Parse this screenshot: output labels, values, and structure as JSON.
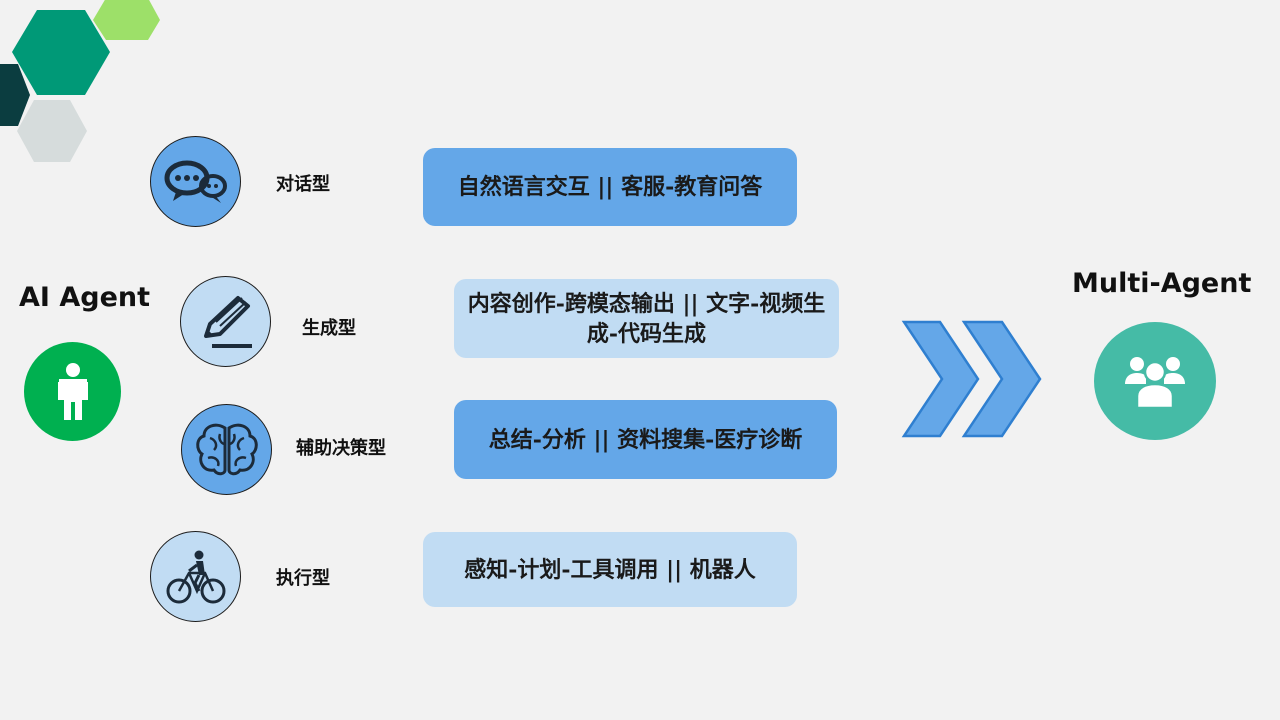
{
  "left_agent": {
    "title": "AI Agent",
    "icon": "person-icon",
    "circle_color": "#00b050"
  },
  "right_agent": {
    "title": "Multi-Agent",
    "icon": "group-icon",
    "circle_color": "#45bba6"
  },
  "types": [
    {
      "label": "对话型",
      "icon": "chat-bubbles-icon",
      "description": "自然语言交互 || 客服-教育问答",
      "style": "dark"
    },
    {
      "label": "生成型",
      "icon": "pencil-icon",
      "description": "内容创作-跨模态输出 || 文字-视频生成-代码生成",
      "style": "light"
    },
    {
      "label": "辅助决策型",
      "icon": "brain-icon",
      "description": "总结-分析 || 资料搜集-医疗诊断",
      "style": "dark"
    },
    {
      "label": "执行型",
      "icon": "cyclist-icon",
      "description": "感知-计划-工具调用 || 机器人",
      "style": "light"
    }
  ],
  "colors": {
    "box_dark": "#64a7e8",
    "box_light": "#c1dcf3",
    "arrow_fill": "#64a7e8",
    "arrow_stroke": "#2f7fd0",
    "hex_colors": [
      "#009977",
      "#9de069",
      "#0b3d40",
      "#d6dcdc"
    ]
  }
}
